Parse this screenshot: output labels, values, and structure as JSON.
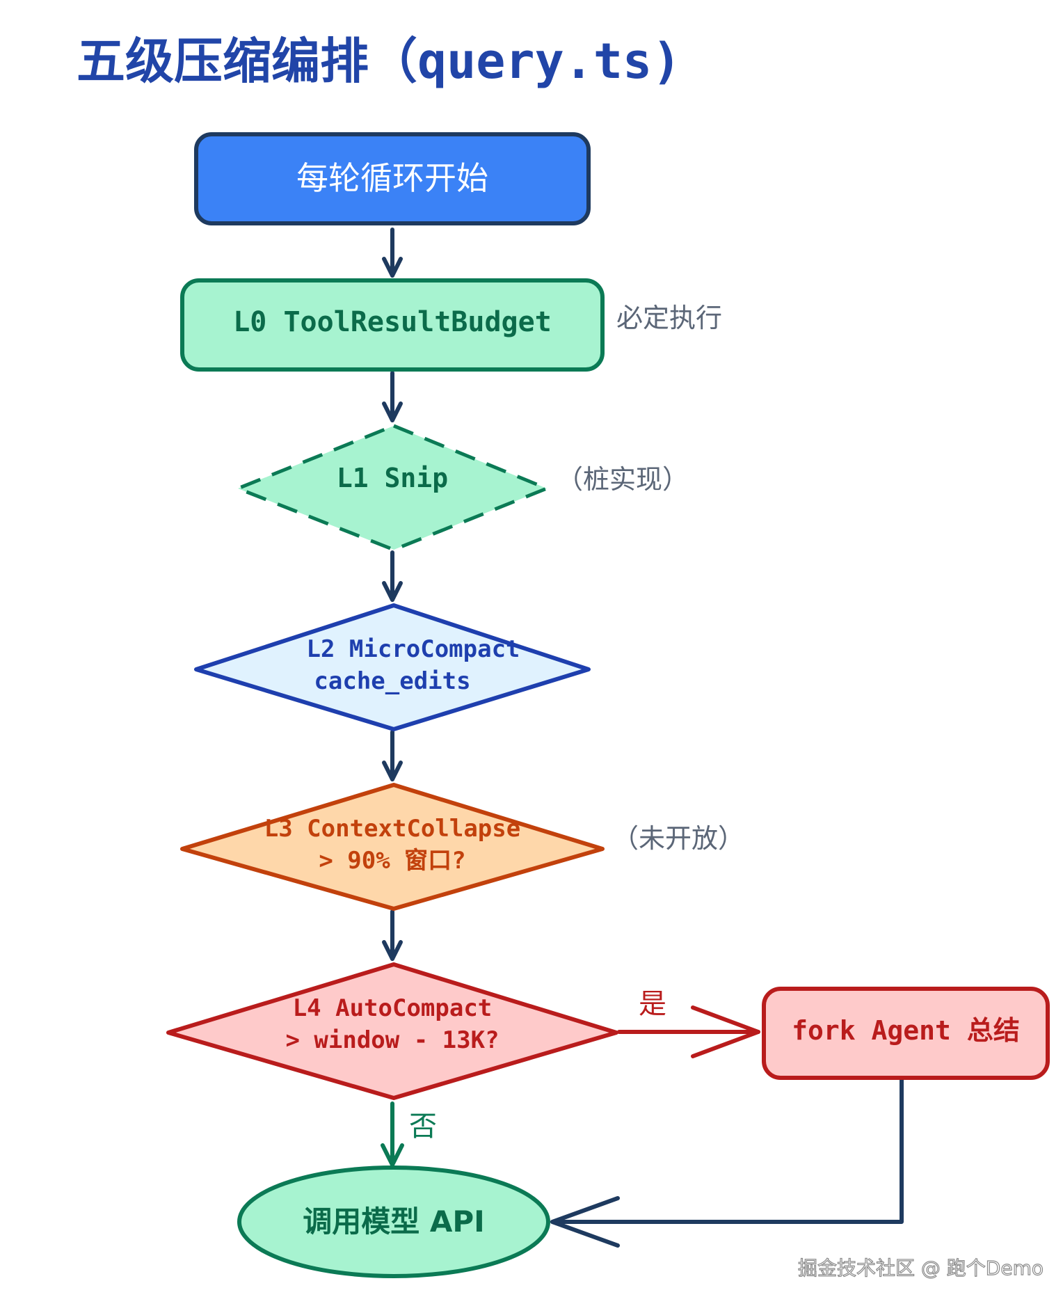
{
  "title": "五级压缩编排（query.ts)",
  "colors": {
    "navy": "#1e3a5f",
    "blue_fill": "#3b82f6",
    "green_fill": "#a7f3d0",
    "green_stroke": "#0b7a55",
    "lightblue_fill": "#e0f2fe",
    "blue_stroke": "#1e3fae",
    "orange_fill": "#fed7aa",
    "orange_stroke": "#c2410c",
    "red_fill": "#fecaca",
    "red_stroke": "#b91c1c",
    "gray_text": "#5b6677"
  },
  "nodes": {
    "start": {
      "label": "每轮循环开始"
    },
    "l0": {
      "label": "L0 ToolResultBudget",
      "note": "必定执行"
    },
    "l1": {
      "label": "L1 Snip",
      "note": "（桩实现）"
    },
    "l2": {
      "line1": "L2 MicroCompact",
      "line2": "cache_edits"
    },
    "l3": {
      "line1": "L3 ContextCollapse",
      "line2": "> 90% 窗口?",
      "note": "（未开放）"
    },
    "l4": {
      "line1": "L4 AutoCompact",
      "line2": "> window - 13K?"
    },
    "fork": {
      "label": "fork Agent 总结"
    },
    "api": {
      "label": "调用模型 API"
    }
  },
  "edges": {
    "yes_label": "是",
    "no_label": "否"
  },
  "watermark": "掘金技术社区 @ 跑个Demo"
}
